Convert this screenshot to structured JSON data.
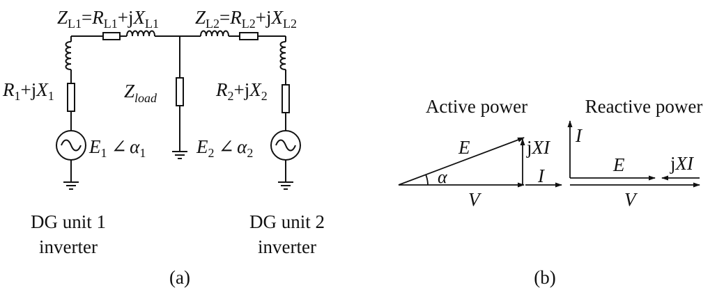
{
  "circuit": {
    "zl1": {
      "main": "Z",
      "sub": "L1",
      "eq": "=",
      "r": "R",
      "r_sub": "L1",
      "plus": "+j",
      "x": "X",
      "x_sub": "L1"
    },
    "zl2": {
      "main": "Z",
      "sub": "L2",
      "eq": "=",
      "r": "R",
      "r_sub": "L2",
      "plus": "+j",
      "x": "X",
      "x_sub": "L2"
    },
    "z1": {
      "r": "R",
      "r_sub": "1",
      "plus": "+j",
      "x": "X",
      "x_sub": "1"
    },
    "z2": {
      "r": "R",
      "r_sub": "2",
      "plus": "+j",
      "x": "X",
      "x_sub": "2"
    },
    "zload": {
      "main": "Z",
      "sub": "load"
    },
    "e1": {
      "main": "E",
      "sub": "1",
      "angle": "∠",
      "alpha": "α",
      "alpha_sub": "1"
    },
    "e2": {
      "main": "E",
      "sub": "2",
      "angle": "∠",
      "alpha": "α",
      "alpha_sub": "2"
    },
    "dg1": {
      "line1": "DG unit 1",
      "line2": "inverter"
    },
    "dg2": {
      "line1": "DG unit 2",
      "line2": "inverter"
    },
    "caption": "(a)"
  },
  "phasor": {
    "active_title": "Active power",
    "reactive_title": "Reactive power",
    "E": "E",
    "V": "V",
    "I": "I",
    "alpha": "α",
    "jXI_j": "j",
    "jXI_xi": "XI",
    "caption": "(b)"
  }
}
